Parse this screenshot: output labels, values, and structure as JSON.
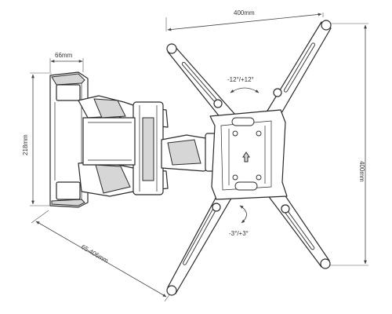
{
  "dimensions": {
    "width_top": "400mm",
    "height_right": "400mm",
    "wall_plate_width": "66mm",
    "wall_plate_height": "218mm",
    "arm_extension": "65-406mm"
  },
  "rotation": {
    "swivel": "-12°/+12°",
    "tilt": "-3°/+3°"
  }
}
